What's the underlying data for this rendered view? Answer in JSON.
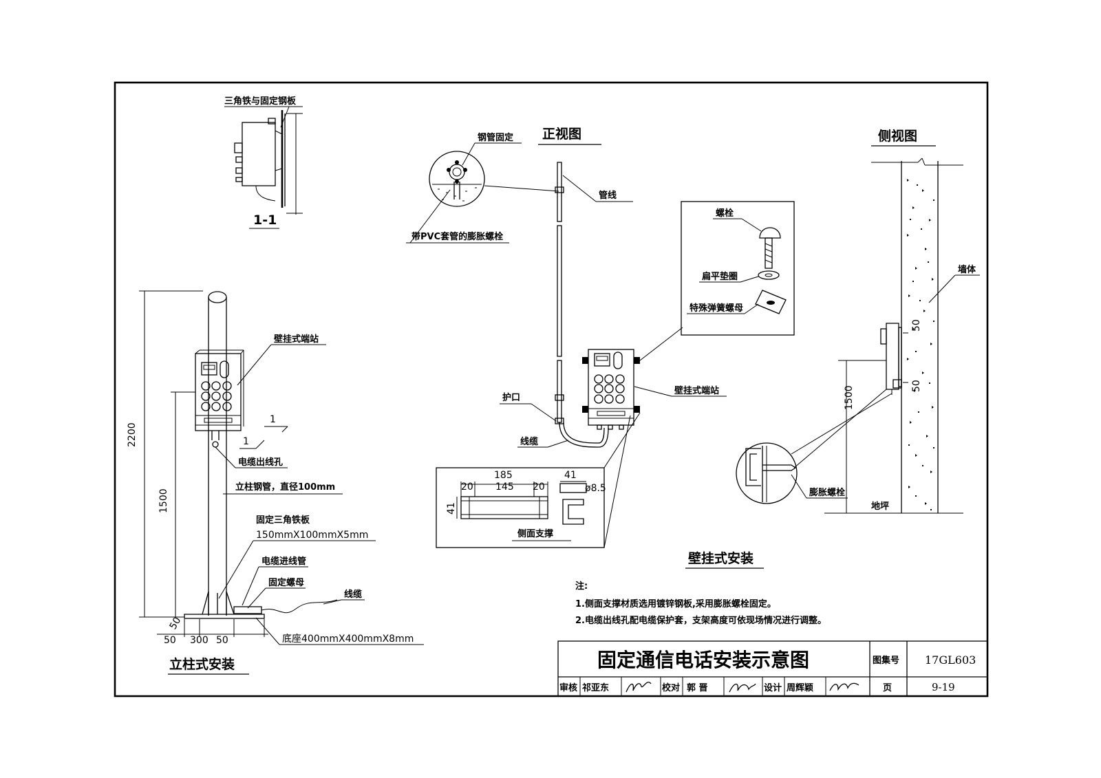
{
  "front_view": {
    "title": "正视图",
    "labels": {
      "steel_pipe_fix": "钢管固定",
      "pvc_anchor": "带PVC套管的膨胀螺栓",
      "conduit": "管线",
      "bolt": "螺栓",
      "flat_washer": "扁平垫圈",
      "spring_nut": "特殊弹簧螺母",
      "wall_station": "壁挂式端站",
      "guard": "护口",
      "cable": "线缆"
    },
    "side_support": {
      "caption": "侧面支撑",
      "dims": [
        "185",
        "20",
        "145",
        "20",
        "41",
        "41",
        "ø8.5"
      ]
    }
  },
  "side_view": {
    "title": "侧视图",
    "labels": {
      "wall": "墙体",
      "anchor": "膨胀螺栓",
      "floor": "地坪"
    },
    "dims": [
      "1500",
      "50",
      "50"
    ]
  },
  "section": {
    "label": "三角铁与固定钢板",
    "name": "1-1"
  },
  "pole_install": {
    "title": "立柱式安装",
    "labels": {
      "wall_station": "壁挂式端站",
      "cable_hole": "电缆出线孔",
      "pole": "立柱钢管，直径100mm",
      "plate": "固定三角铁板",
      "plate_size": "150mmX100mmX5mm",
      "cable_conduit": "电缆进线管",
      "nut": "固定螺母",
      "cable": "线缆",
      "base": "底座400mmX400mmX8mm"
    },
    "dims": [
      "2200",
      "1500",
      "50",
      "50",
      "300",
      "50"
    ],
    "section_mark": "1"
  },
  "wall_install_title": "壁挂式安装",
  "notes": {
    "heading": "注:",
    "items": [
      "1.侧面支撑材质选用镀锌钢板,采用膨胀螺栓固定。",
      "2.电缆出线孔配电缆保护套，支架高度可依现场情况进行调整。"
    ]
  },
  "title_block": {
    "title": "固定通信电话安装示意图",
    "atlas_label": "图集号",
    "atlas_no": "17GL603",
    "page_label": "页",
    "page_no": "9-19",
    "review_label": "审核",
    "reviewer": "祁亚东",
    "check_label": "校对",
    "checker": "郭 晋",
    "design_label": "设计",
    "designer": "周辉颖"
  }
}
